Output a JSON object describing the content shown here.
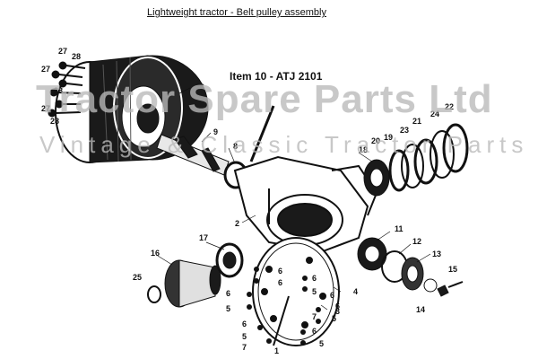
{
  "header": {
    "title": "Lightweight tractor - Belt pulley assembly",
    "item_label": "Item 10 - ATJ 2101"
  },
  "watermark": {
    "line1": "Tractor Spare Parts Ltd",
    "line2": "Vintage & Classic Tractor Parts"
  },
  "callouts": {
    "c27a": "27",
    "c28a": "28",
    "c27b": "27",
    "c28b": "28",
    "c27c": "27",
    "c28c": "28",
    "c26": "26",
    "c9": "9",
    "c8": "8",
    "c2": "2",
    "c18": "18",
    "c20": "20",
    "c19": "19",
    "c23": "23",
    "c21": "21",
    "c24": "24",
    "c22": "22",
    "c11": "11",
    "c12": "12",
    "c13": "13",
    "c15": "15",
    "c14": "14",
    "c16": "16",
    "c17": "17",
    "c25": "25",
    "c4": "4",
    "c3": "3",
    "c1": "1",
    "c6a": "6",
    "c6b": "6",
    "c6c": "6",
    "c6d": "6",
    "c6e": "6",
    "c6f": "6",
    "c6g": "6",
    "c6h": "6",
    "c5a": "5",
    "c5b": "5",
    "c5c": "5",
    "c5d": "5",
    "c5e": "5",
    "c5f": "5",
    "c7a": "7",
    "c7b": "7"
  },
  "colors": {
    "ink": "#111111",
    "watermark": "#b9b9b9"
  }
}
